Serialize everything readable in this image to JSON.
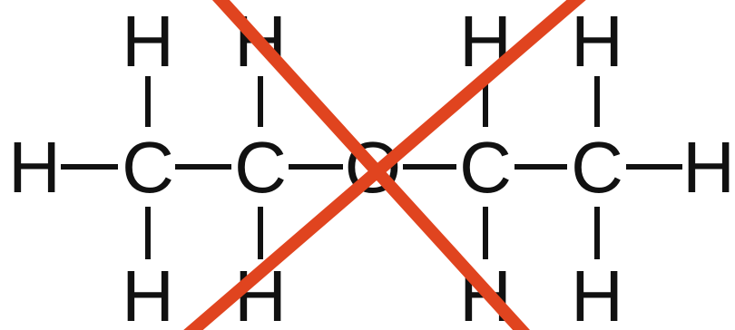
{
  "molecule": {
    "atoms": {
      "top_h": [
        "H",
        "H",
        "H",
        "H"
      ],
      "chain": [
        "H",
        "C",
        "C",
        "O",
        "C",
        "C",
        "H"
      ],
      "bottom_h": [
        "H",
        "H",
        "H",
        "H"
      ]
    }
  },
  "colors": {
    "ink": "#111111",
    "cross": "#e0441f",
    "background": "#ffffff"
  },
  "overlay": {
    "icon": "cross-mark-icon"
  }
}
